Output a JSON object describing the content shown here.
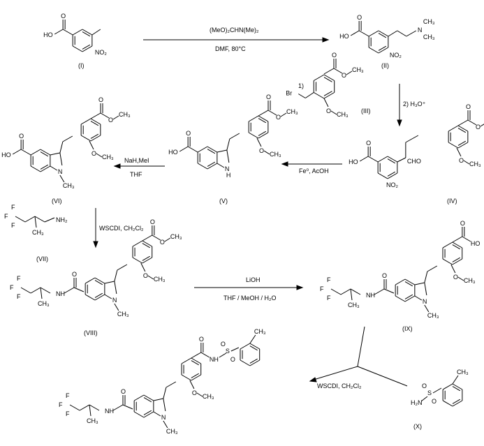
{
  "compound_labels": {
    "I": "(I)",
    "II": "(II)",
    "III": "(III)",
    "IV": "(IV)",
    "V": "(V)",
    "VI": "(VI)",
    "VII": "(VII)",
    "VIII": "(VIII)",
    "IX": "(IX)",
    "X": "(X)"
  },
  "reagents": {
    "step1_top": "(MeO)₂CHN(Me)₂",
    "step1_bottom": "DMF, 80°C",
    "step2_part1": "1)",
    "step2_part2": "2) H₃O⁺",
    "step3": "Fe⁰, AcOH",
    "step4_top": "NaH,MeI",
    "step4_bottom": "THF",
    "step5": "WSCDI, CH₂Cl₂",
    "step6_top": "LiOH",
    "step6_bottom": "THF / MeOH / H₂O",
    "step7": "WSCDI, CH₂Cl₂"
  },
  "atoms": {
    "HO": "HO",
    "O": "O",
    "NO2": "NO₂",
    "N": "N",
    "CH3": "CH₃",
    "Br": "Br",
    "CHO": "CHO",
    "H": "H",
    "F": "F",
    "NH2": "NH₂",
    "NH": "H",
    "NHa": "NH",
    "S": "S",
    "H2N": "H₂N"
  }
}
